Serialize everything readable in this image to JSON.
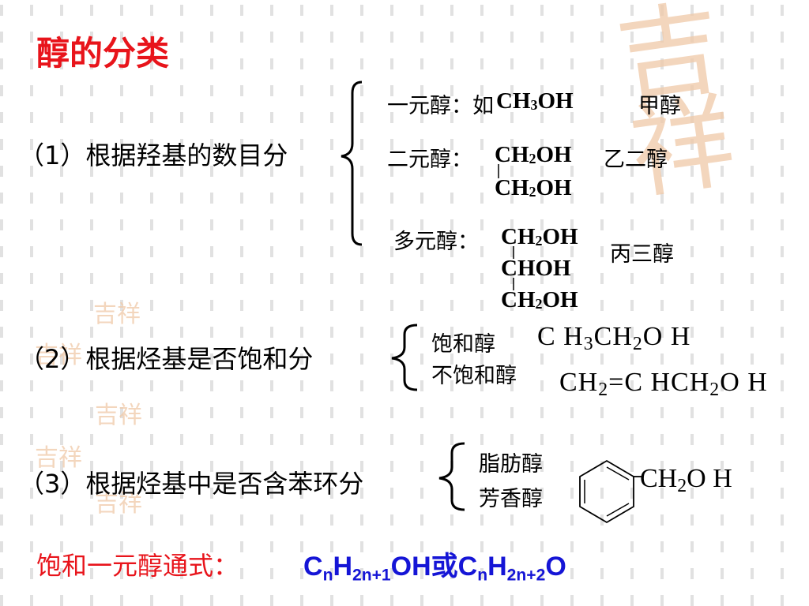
{
  "title": "醇的分类",
  "watermark_text": "吉祥",
  "sections": [
    {
      "label": "（1）根据羟基的数目分",
      "items": [
        {
          "name": "一元醇：如",
          "formula": [
            "CH",
            "3",
            "OH"
          ],
          "common": "甲醇"
        },
        {
          "name": "二元醇：",
          "formula_lines": [
            "CH₂OH",
            "CH₂OH"
          ],
          "common": "乙二醇"
        },
        {
          "name": "多元醇：",
          "formula_lines": [
            "CH₂OH",
            "CHOH",
            "CH₂OH"
          ],
          "common": "丙三醇"
        }
      ]
    },
    {
      "label": "（2）根据烃基是否饱和分",
      "items": [
        {
          "name": "饱和醇",
          "formula": "CH3CH2OH"
        },
        {
          "name": "不饱和醇",
          "formula": "CH2=CHCH2OH"
        }
      ]
    },
    {
      "label": "（3）根据烃基中是否含苯环分",
      "items": [
        {
          "name": "脂肪醇"
        },
        {
          "name": "芳香醇",
          "formula": "CH2OH"
        }
      ]
    }
  ],
  "general_formula": {
    "label": "饱和一元醇通式：",
    "text": "CnH2n+1OH或CnH2n+2O"
  },
  "colors": {
    "title": "#e8141b",
    "formula": "#1515d6",
    "watermark": "#f0c9a8"
  }
}
